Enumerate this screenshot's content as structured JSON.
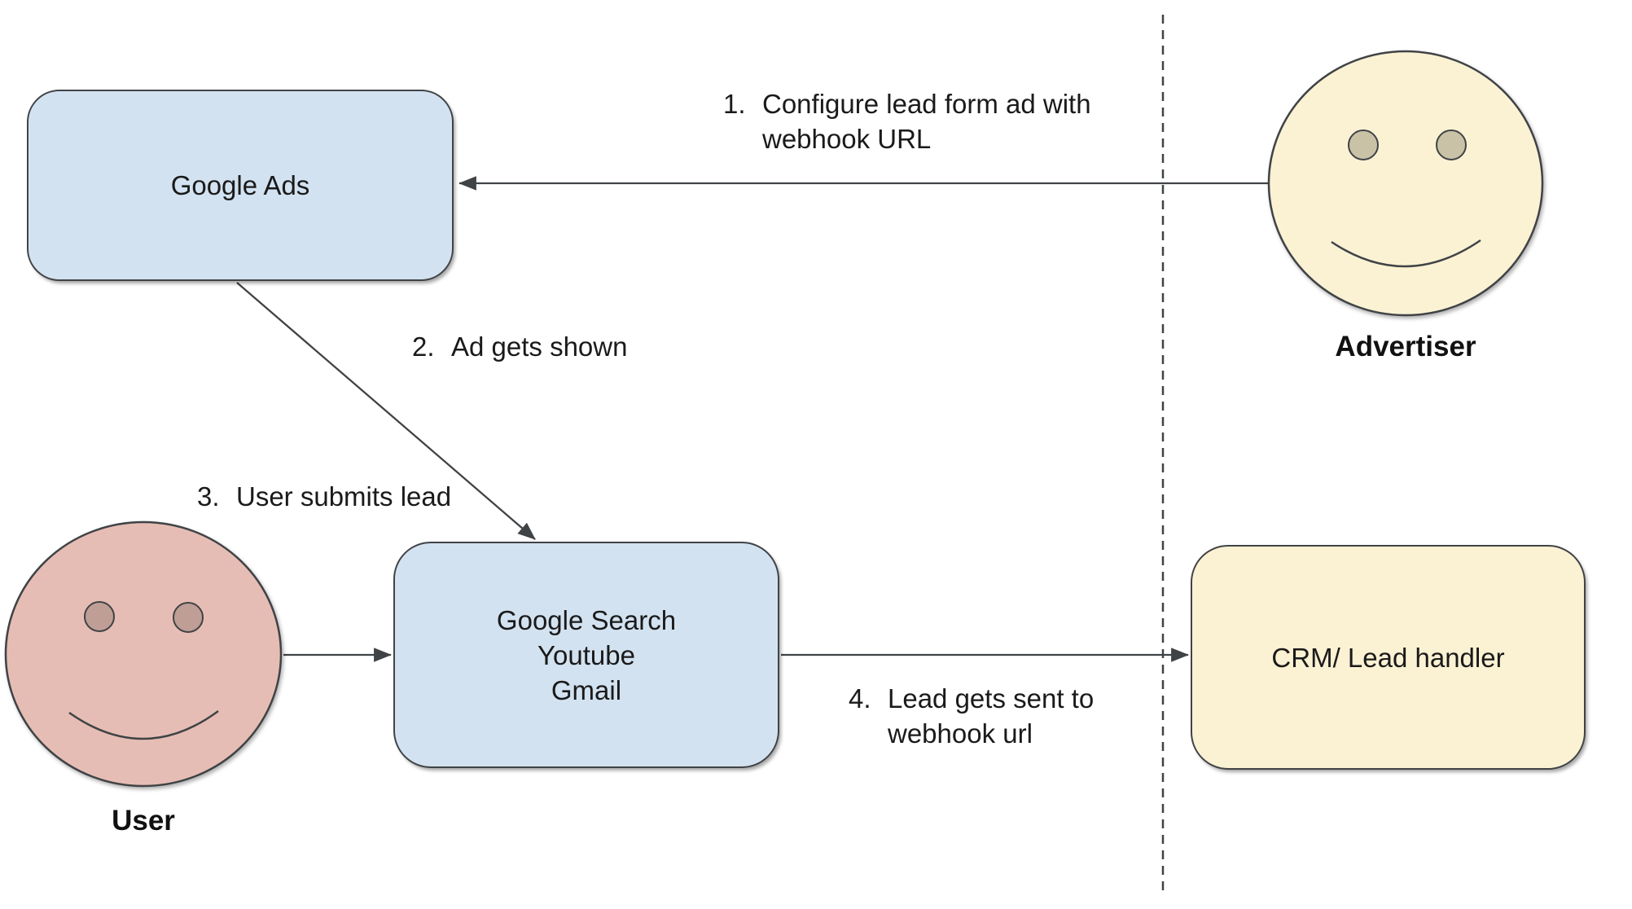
{
  "diagram": {
    "title_implicit": "Lead form ad webhook flow",
    "nodes": {
      "google_ads": {
        "label": "Google Ads"
      },
      "google_properties": {
        "lines": [
          "Google Search",
          "Youtube",
          "Gmail"
        ]
      },
      "crm": {
        "label": "CRM/ Lead handler"
      }
    },
    "actors": {
      "advertiser": {
        "label": "Advertiser"
      },
      "user": {
        "label": "User"
      }
    },
    "steps": [
      {
        "num": "1.",
        "text": "Configure lead form ad with\nwebhook URL",
        "from": "Advertiser",
        "to": "Google Ads"
      },
      {
        "num": "2.",
        "text": "Ad gets shown",
        "from": "Google Ads",
        "to": "Google Search / Youtube / Gmail"
      },
      {
        "num": "3.",
        "text": "User submits lead",
        "from": "User",
        "to": "Google Search / Youtube / Gmail"
      },
      {
        "num": "4.",
        "text": "Lead gets sent to\nwebhook url",
        "from": "Google Search / Youtube / Gmail",
        "to": "CRM/ Lead handler"
      }
    ],
    "colors": {
      "node_blue": "#d3e2f0",
      "node_cream": "#fbf1d3",
      "face_pink": "#e6bdb4",
      "face_cream": "#fbf2d4",
      "eye_pink": "#bf9e96",
      "eye_tan": "#c9c2a6",
      "line": "#404346",
      "text": "#1a1a1a"
    }
  }
}
